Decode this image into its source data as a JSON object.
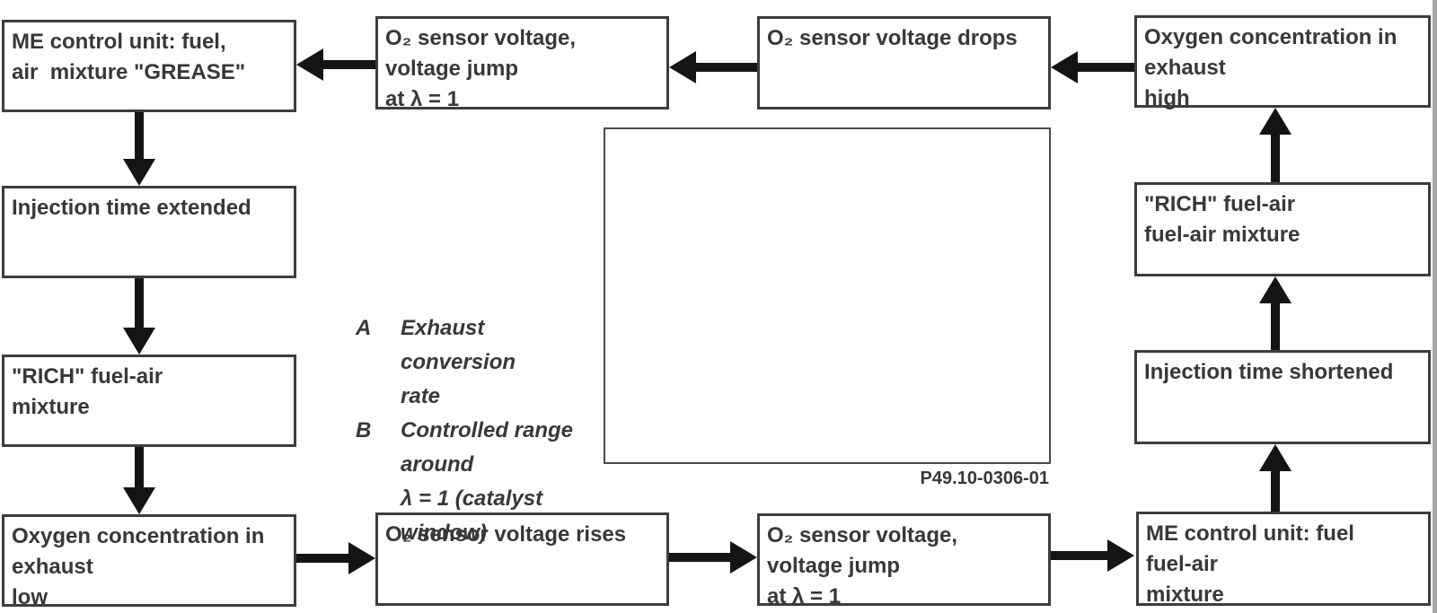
{
  "figure": {
    "code": "P49.10-0306-01"
  },
  "boxes": {
    "me_control_grease": {
      "text": "ME control unit: fuel,\nair  mixture \"GREASE\""
    },
    "injection_extended": {
      "text": "Injection time extended"
    },
    "rich_mixture_left": {
      "text": "\"RICH\" fuel-air\nmixture"
    },
    "oxygen_low": {
      "text": "Oxygen concentration in\nexhaust\nlow"
    },
    "o2_jump_top": {
      "text": "O₂ sensor voltage,\nvoltage jump\nat λ = 1"
    },
    "o2_drops": {
      "text": "O₂ sensor voltage drops"
    },
    "oxygen_high": {
      "text": "Oxygen concentration in\nexhaust\nhigh"
    },
    "rich_mixture_right": {
      "text": "\"RICH\" fuel-air\nfuel-air mixture"
    },
    "injection_shortened": {
      "text": "Injection time shortened"
    },
    "me_control_right": {
      "text": "ME control unit: fuel\nfuel-air\nmixture"
    },
    "o2_rises": {
      "text": "O₂ sensor voltage rises"
    },
    "o2_jump_bottom": {
      "text": "O₂ sensor voltage,\nvoltage jump\nat λ = 1"
    }
  },
  "legend": {
    "items": [
      {
        "letter": "A",
        "text": "Exhaust conversion\nrate"
      },
      {
        "letter": "B",
        "text": "Controlled range\naround\nλ = 1 (catalyst\nwindow)"
      }
    ]
  },
  "icons": {
    "flow_arrow": "solid black flow arrow"
  },
  "colors": {
    "border": "#3d3d3d",
    "text": "#383838",
    "arrow": "#141414",
    "background": "#ffffff"
  }
}
